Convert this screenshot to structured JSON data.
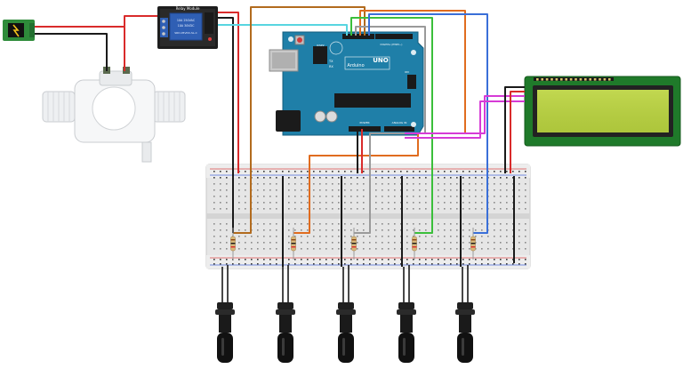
{
  "colors": {
    "arduino": "#1f7fa8",
    "arduino_dark": "#145d7d",
    "relay": "#2f5fb4",
    "breadboard": "#e6e6e6",
    "lcd_board": "#1f7a2a",
    "lcd_screen": "#b7cf42",
    "wire_red": "#d92b2b",
    "wire_black": "#1a1a1a",
    "wire_brown": "#b26b1e",
    "wire_orange": "#e06c1f",
    "wire_gray": "#9a9a9a",
    "wire_green": "#3bbf3b",
    "wire_blue": "#3a6fd8",
    "wire_cyan": "#58d5e0",
    "wire_magenta": "#d63bd6"
  },
  "relay": {
    "brand": "Relay Module",
    "line1": "10A 250VAC",
    "line2": "10A 30VDC",
    "line3": "SRD-05VDC-SL-C"
  },
  "arduino": {
    "brand": "Arduino",
    "model": "UNO",
    "tx": "TX",
    "rx": "RX",
    "digital": "DIGITAL (PWM~)",
    "power": "POWER",
    "analog": "ANALOG IN",
    "icsp": "ICSP2",
    "onlabel": "ON"
  },
  "icons": {
    "power_jack": "dc-power-jack-icon",
    "valve": "solenoid-valve-icon",
    "sensor": "float-switch-icon"
  }
}
